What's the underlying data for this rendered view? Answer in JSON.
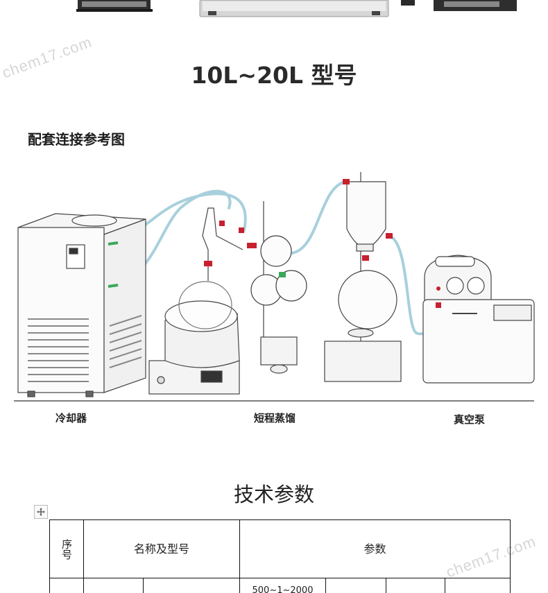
{
  "page_title": "10L~20L 型号",
  "diagram": {
    "heading": "配套连接参考图",
    "labels": {
      "chiller": "冷却器",
      "distillation": "短程蒸馏",
      "vacuum_pump": "真空泵"
    }
  },
  "watermark": "chem17.com",
  "tech_section": {
    "title": "技术参数",
    "table": {
      "headers": {
        "index": "序号",
        "name_model": "名称及型号",
        "params": "参数"
      },
      "first_row_partial_value": "500~1~2000"
    }
  },
  "colors": {
    "tube": "#a8d0dc",
    "clip_red": "#c8202e",
    "clip_green": "#3aa85a",
    "line": "#555555"
  },
  "icons": [
    "move-handle-icon",
    "chiller-icon",
    "distillation-apparatus-icon",
    "vacuum-pump-icon"
  ]
}
